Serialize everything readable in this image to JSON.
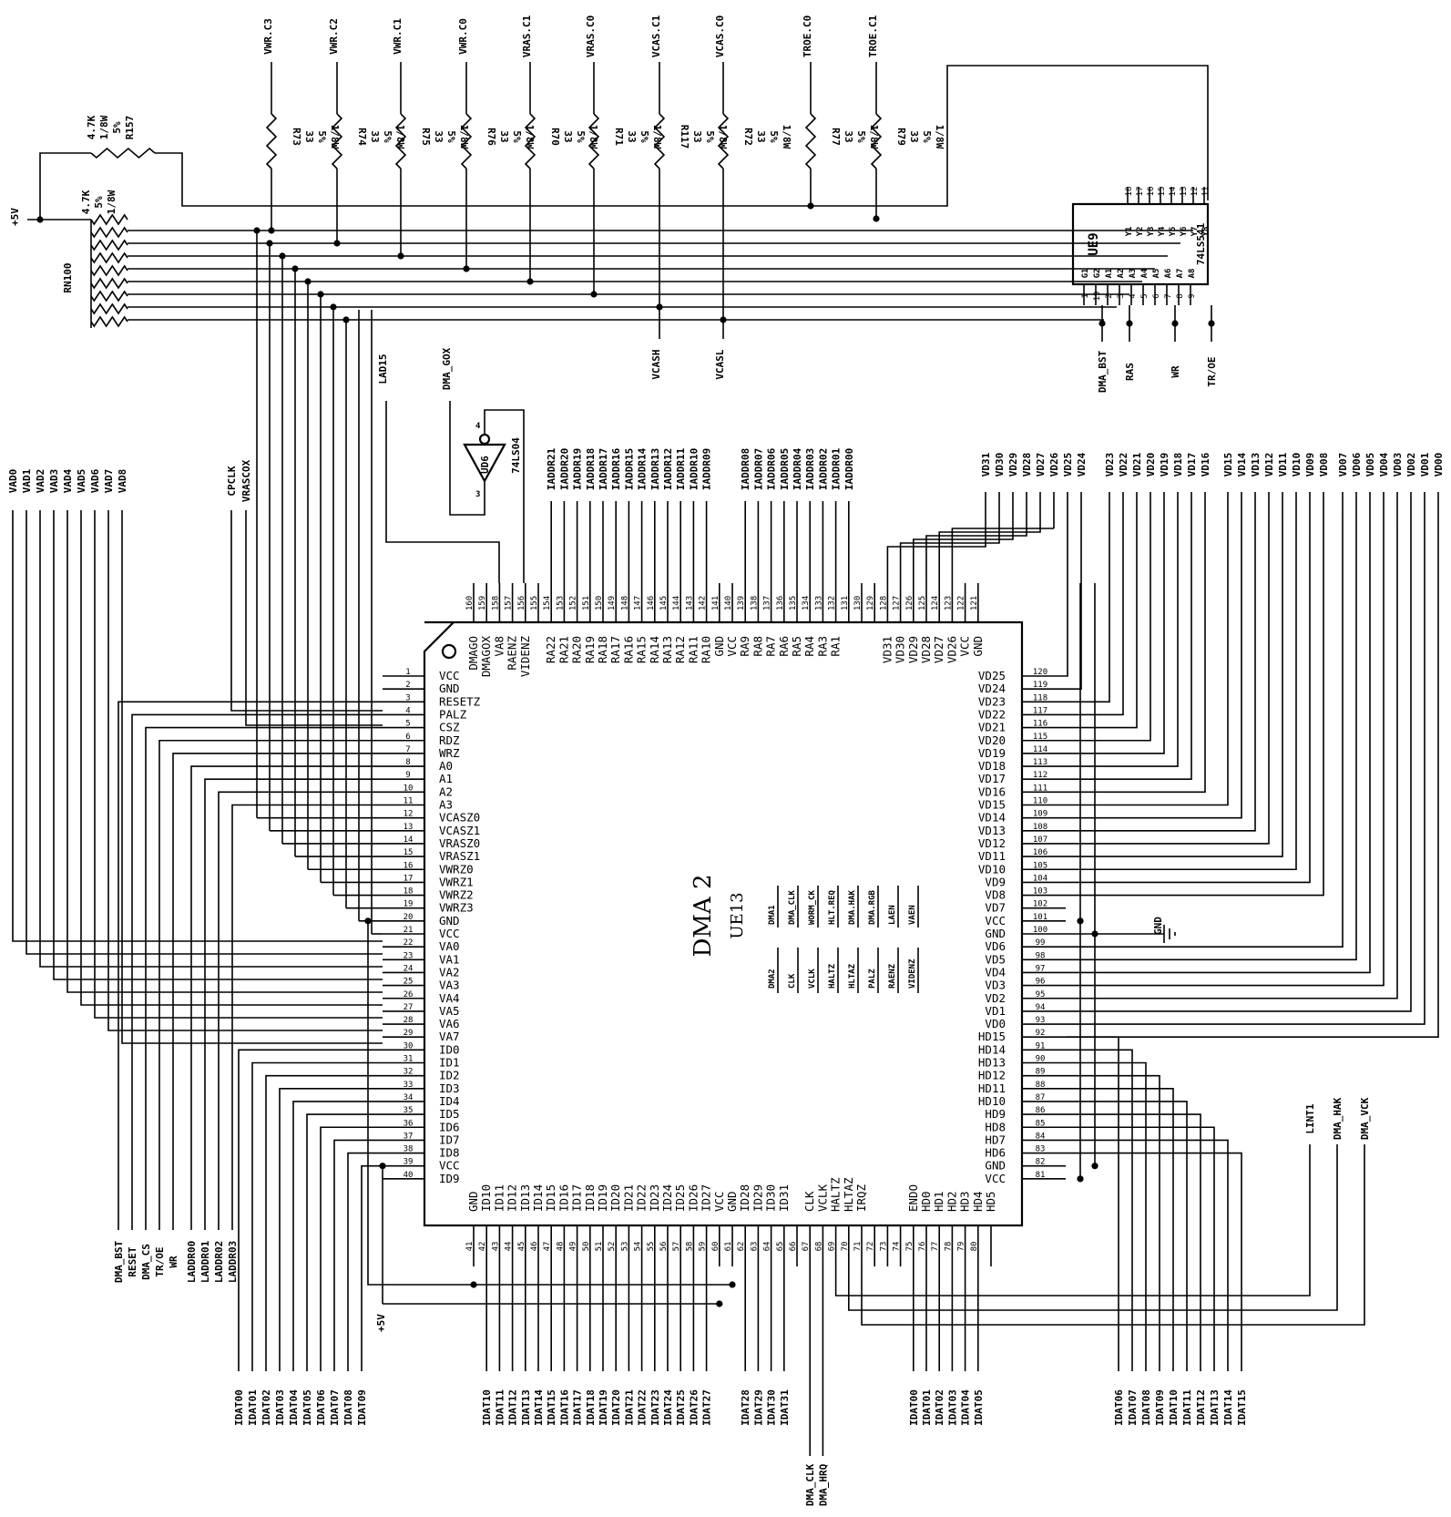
{
  "chip": {
    "title": "DMA 2",
    "ref": "UE13",
    "legend_rows": [
      {
        "left": "DMA2",
        "right": "DMA1"
      },
      {
        "left": "CLK",
        "right": "DMA_CLK"
      },
      {
        "left": "VCLK",
        "right": "WORM_CK"
      },
      {
        "left": "HALTZ",
        "right": "HLT.REQ"
      },
      {
        "left": "HLTAZ",
        "right": "DMA.HAK"
      },
      {
        "left": "PALZ",
        "right": "DMA.RGB"
      },
      {
        "left": "RAENZ",
        "right": "LAEN"
      },
      {
        "left": "VIDENZ",
        "right": "VAEN"
      }
    ],
    "left_pins": [
      "VCC",
      "GND",
      "RESETZ",
      "PALZ",
      "CSZ",
      "RDZ",
      "WRZ",
      "A0",
      "A1",
      "A2",
      "A3",
      "VCASZ0",
      "VCASZ1",
      "VRASZ0",
      "VRASZ1",
      "VWRZ0",
      "VWRZ1",
      "VWRZ2",
      "VWRZ3",
      "GND",
      "VCC",
      "VA0",
      "VA1",
      "VA2",
      "VA3",
      "VA4",
      "VA5",
      "VA6",
      "VA7",
      "ID0",
      "ID1",
      "ID2",
      "ID3",
      "ID4",
      "ID5",
      "ID6",
      "ID7",
      "ID8",
      "VCC",
      "ID9"
    ],
    "left_nums": [
      "1",
      "2",
      "3",
      "4",
      "5",
      "6",
      "7",
      "8",
      "9",
      "10",
      "11",
      "12",
      "13",
      "14",
      "15",
      "16",
      "17",
      "18",
      "19",
      "20",
      "21",
      "22",
      "23",
      "24",
      "25",
      "26",
      "27",
      "28",
      "29",
      "30",
      "31",
      "32",
      "33",
      "34",
      "35",
      "36",
      "37",
      "38",
      "39",
      "40"
    ],
    "right_pins": [
      "VD25",
      "VD24",
      "VD23",
      "VD22",
      "VD21",
      "VD20",
      "VD19",
      "VD18",
      "VD17",
      "VD16",
      "VD15",
      "VD14",
      "VD13",
      "VD12",
      "VD11",
      "VD10",
      "VD9",
      "VD8",
      "VD7",
      "VCC",
      "GND",
      "VD6",
      "VD5",
      "VD4",
      "VD3",
      "VD2",
      "VD1",
      "VD0",
      "HD15",
      "HD14",
      "HD13",
      "HD12",
      "HD11",
      "HD10",
      "HD9",
      "HD8",
      "HD7",
      "HD6",
      "GND",
      "VCC"
    ],
    "right_nums": [
      "120",
      "119",
      "118",
      "117",
      "116",
      "115",
      "114",
      "113",
      "112",
      "111",
      "110",
      "109",
      "108",
      "107",
      "106",
      "105",
      "104",
      "103",
      "102",
      "101",
      "100",
      "99",
      "98",
      "97",
      "96",
      "95",
      "94",
      "93",
      "92",
      "91",
      "90",
      "89",
      "88",
      "87",
      "86",
      "85",
      "84",
      "83",
      "82",
      "81"
    ],
    "top_pins": [
      "DMAGO",
      "DMAGOX",
      "VA8",
      "RAENZ",
      "VIDENZ",
      "",
      "RA22",
      "RA21",
      "RA20",
      "RA19",
      "RA18",
      "RA17",
      "RA16",
      "RA15",
      "RA14",
      "RA13",
      "RA12",
      "RA11",
      "RA10",
      "GND",
      "VCC",
      "RA9",
      "RA8",
      "RA7",
      "RA6",
      "RA5",
      "RA4",
      "RA3",
      "RA1",
      "",
      "",
      "",
      "VD31",
      "VD30",
      "VD29",
      "VD28",
      "VD27",
      "VD26",
      "VCC",
      "GND"
    ],
    "top_nums": [
      "160",
      "159",
      "158",
      "157",
      "156",
      "155",
      "154",
      "153",
      "152",
      "151",
      "150",
      "149",
      "148",
      "147",
      "146",
      "145",
      "144",
      "143",
      "142",
      "141",
      "140",
      "139",
      "138",
      "137",
      "136",
      "135",
      "134",
      "133",
      "132",
      "131",
      "130",
      "129",
      "128",
      "127",
      "126",
      "125",
      "124",
      "123",
      "122",
      "121"
    ],
    "bottom_pins": [
      "GND",
      "ID10",
      "ID11",
      "ID12",
      "ID13",
      "ID14",
      "ID15",
      "ID16",
      "ID17",
      "ID18",
      "ID19",
      "ID20",
      "ID21",
      "ID22",
      "ID23",
      "ID24",
      "ID25",
      "ID26",
      "ID27",
      "VCC",
      "GND",
      "ID28",
      "ID29",
      "ID30",
      "ID31",
      "",
      "CLK",
      "VCLK",
      "HALTZ",
      "HLTAZ",
      "IRQZ",
      "",
      "",
      "",
      "ENDO",
      "HD0",
      "HD1",
      "HD2",
      "HD3",
      "HD4",
      "HD5"
    ],
    "bottom_nums": [
      "41",
      "42",
      "43",
      "44",
      "45",
      "46",
      "47",
      "48",
      "49",
      "50",
      "51",
      "52",
      "53",
      "54",
      "55",
      "56",
      "57",
      "58",
      "59",
      "60",
      "61",
      "62",
      "63",
      "64",
      "65",
      "66",
      "67",
      "68",
      "69",
      "70",
      "71",
      "72",
      "73",
      "74",
      "75",
      "76",
      "77",
      "78",
      "79",
      "80"
    ]
  },
  "buffer": {
    "ref": "UE9",
    "part": "74LS541",
    "a_pins": [
      "G1",
      "G2",
      "A1",
      "A2",
      "A3",
      "A4",
      "A5",
      "A6",
      "A7",
      "A8"
    ],
    "a_nums": [
      "1",
      "19",
      "2",
      "3",
      "4",
      "5",
      "6",
      "7",
      "8",
      "9"
    ],
    "y_pins": [
      "Y1",
      "Y2",
      "Y3",
      "Y4",
      "Y5",
      "Y6",
      "Y7",
      "Y8"
    ],
    "y_nums": [
      "18",
      "17",
      "16",
      "15",
      "14",
      "13",
      "12",
      "11"
    ],
    "inputs": [
      "DMA_BST",
      "RAS",
      "WR",
      "TR/OE"
    ]
  },
  "inverter": {
    "ref": "UD6",
    "part": "74LS04",
    "pin_in": "4",
    "pin_out": "3",
    "in_label": "DMA_GOX",
    "lad": "LAD15"
  },
  "power": {
    "vcc": "+5V",
    "gnd": "GND"
  },
  "resistor_pack": {
    "ref": "RN100",
    "value": "4.7K",
    "tol": "5%",
    "power": "1/8W"
  },
  "pullup": {
    "ref": "R157",
    "value": "4.7K",
    "tol": "5%",
    "power": "1/8W"
  },
  "series_resistors": [
    {
      "net": "VWR.C3",
      "ref": "R73"
    },
    {
      "net": "VWR.C2",
      "ref": "R74"
    },
    {
      "net": "VWR.C1",
      "ref": "R75"
    },
    {
      "net": "VWR.C0",
      "ref": "R76"
    },
    {
      "net": "VRAS.C1",
      "ref": "R70"
    },
    {
      "net": "VRAS.C0",
      "ref": "R71"
    },
    {
      "net": "VCAS.C1",
      "ref": "R117"
    },
    {
      "net": "VCAS.C0",
      "ref": "R72"
    },
    {
      "net": "TROE.C0",
      "ref": "R77"
    },
    {
      "net": "TROE.C1",
      "ref": "R79"
    }
  ],
  "series_value": {
    "ohms": "33",
    "tol": "5%",
    "power": "1/8W"
  },
  "vcas_outputs": [
    "VCASH",
    "VCASL"
  ],
  "labels": {
    "va_bus": [
      "VAD0",
      "VAD1",
      "VAD2",
      "VAD3",
      "VAD4",
      "VAD5",
      "VAD6",
      "VAD7",
      "VAD8"
    ],
    "cpclk": [
      "CPCLK",
      "VRASCOX"
    ],
    "iaddr_hi": [
      "IADDR21",
      "IADDR20",
      "IADDR19",
      "IADDR18",
      "IADDR17",
      "IADDR16",
      "IADDR15",
      "IADDR14",
      "IADDR13",
      "IADDR12",
      "IADDR11",
      "IADDR10",
      "IADDR09"
    ],
    "iaddr_lo": [
      "IADDR08",
      "IADDR07",
      "IADDR06",
      "IADDR05",
      "IADDR04",
      "IADDR03",
      "IADDR02",
      "IADDR01",
      "IADDR00"
    ],
    "vd_top1": [
      "VD31",
      "VD30",
      "VD29",
      "VD28",
      "VD27",
      "VD26",
      "VD25",
      "VD24"
    ],
    "vd_top2": [
      "VD23",
      "VD22",
      "VD21",
      "VD20",
      "VD19",
      "VD18",
      "VD17",
      "VD16"
    ],
    "vd_top3": [
      "VD15",
      "VD14",
      "VD13",
      "VD12",
      "VD11",
      "VD10",
      "VD09",
      "VD08"
    ],
    "vd_top4": [
      "VD07",
      "VD06",
      "VD05",
      "VD04",
      "VD03",
      "VD02",
      "VD01",
      "VD00"
    ],
    "ctrl_bottom": [
      "DMA_BST",
      "RESET",
      "DMA_CS",
      "TR/OE",
      "WR"
    ],
    "laddr": [
      "LADDR00",
      "LADDR01",
      "LADDR02",
      "LADDR03"
    ],
    "idat_a": [
      "IDAT00",
      "IDAT01",
      "IDAT02",
      "IDAT03",
      "IDAT04",
      "IDAT05",
      "IDAT06",
      "IDAT07",
      "IDAT08",
      "IDAT09"
    ],
    "idat_b": [
      "IDAT10",
      "IDAT11",
      "IDAT12",
      "IDAT13",
      "IDAT14",
      "IDAT15",
      "IDAT16",
      "IDAT17",
      "IDAT18",
      "IDAT19",
      "IDAT20",
      "IDAT21",
      "IDAT22",
      "IDAT23",
      "IDAT24",
      "IDAT25",
      "IDAT26",
      "IDAT27"
    ],
    "idat_c": [
      "IDAT28",
      "IDAT29",
      "IDAT30",
      "IDAT31"
    ],
    "idat_d": [
      "IDAT00",
      "IDAT01",
      "IDAT02",
      "IDAT03",
      "IDAT04",
      "IDAT05"
    ],
    "idat_e": [
      "IDAT06",
      "IDAT07",
      "IDAT08",
      "IDAT09",
      "IDAT10",
      "IDAT11",
      "IDAT12",
      "IDAT13",
      "IDAT14",
      "IDAT15"
    ],
    "dma_bottom": [
      "DMA_CLK",
      "DMA_HRQ"
    ],
    "right_ctrl": [
      "LINT1",
      "DMA_HAK",
      "DMA_VCK"
    ]
  }
}
